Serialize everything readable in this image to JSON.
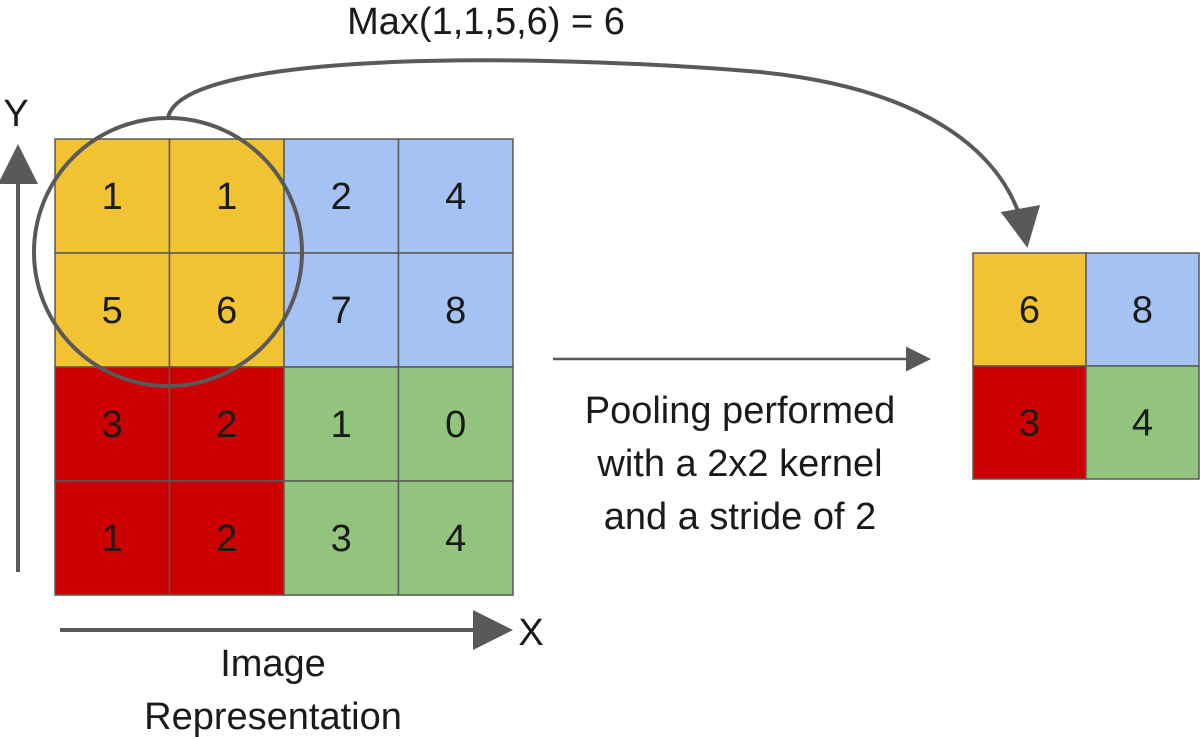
{
  "title": "Max(1,1,5,6) = 6",
  "axis": {
    "y_label": "Y",
    "x_label": "X"
  },
  "caption": {
    "line1": "Image",
    "line2": "Representation"
  },
  "description": {
    "line1": "Pooling performed",
    "line2": "with a 2x2 kernel",
    "line3": "and a stride of 2"
  },
  "colors": {
    "yellow": "#f1c232",
    "blue": "#a4c2f4",
    "red": "#cc0000",
    "green": "#93c47d",
    "stroke": "#595959",
    "arrow": "#595959"
  },
  "input_grid": {
    "rows": [
      [
        {
          "value": "1",
          "color": "yellow"
        },
        {
          "value": "1",
          "color": "yellow"
        },
        {
          "value": "2",
          "color": "blue"
        },
        {
          "value": "4",
          "color": "blue"
        }
      ],
      [
        {
          "value": "5",
          "color": "yellow"
        },
        {
          "value": "6",
          "color": "yellow"
        },
        {
          "value": "7",
          "color": "blue"
        },
        {
          "value": "8",
          "color": "blue"
        }
      ],
      [
        {
          "value": "3",
          "color": "red"
        },
        {
          "value": "2",
          "color": "red"
        },
        {
          "value": "1",
          "color": "green"
        },
        {
          "value": "0",
          "color": "green"
        }
      ],
      [
        {
          "value": "1",
          "color": "red"
        },
        {
          "value": "2",
          "color": "red"
        },
        {
          "value": "3",
          "color": "green"
        },
        {
          "value": "4",
          "color": "green"
        }
      ]
    ]
  },
  "output_grid": {
    "rows": [
      [
        {
          "value": "6",
          "color": "yellow"
        },
        {
          "value": "8",
          "color": "blue"
        }
      ],
      [
        {
          "value": "3",
          "color": "red"
        },
        {
          "value": "4",
          "color": "green"
        }
      ]
    ]
  }
}
